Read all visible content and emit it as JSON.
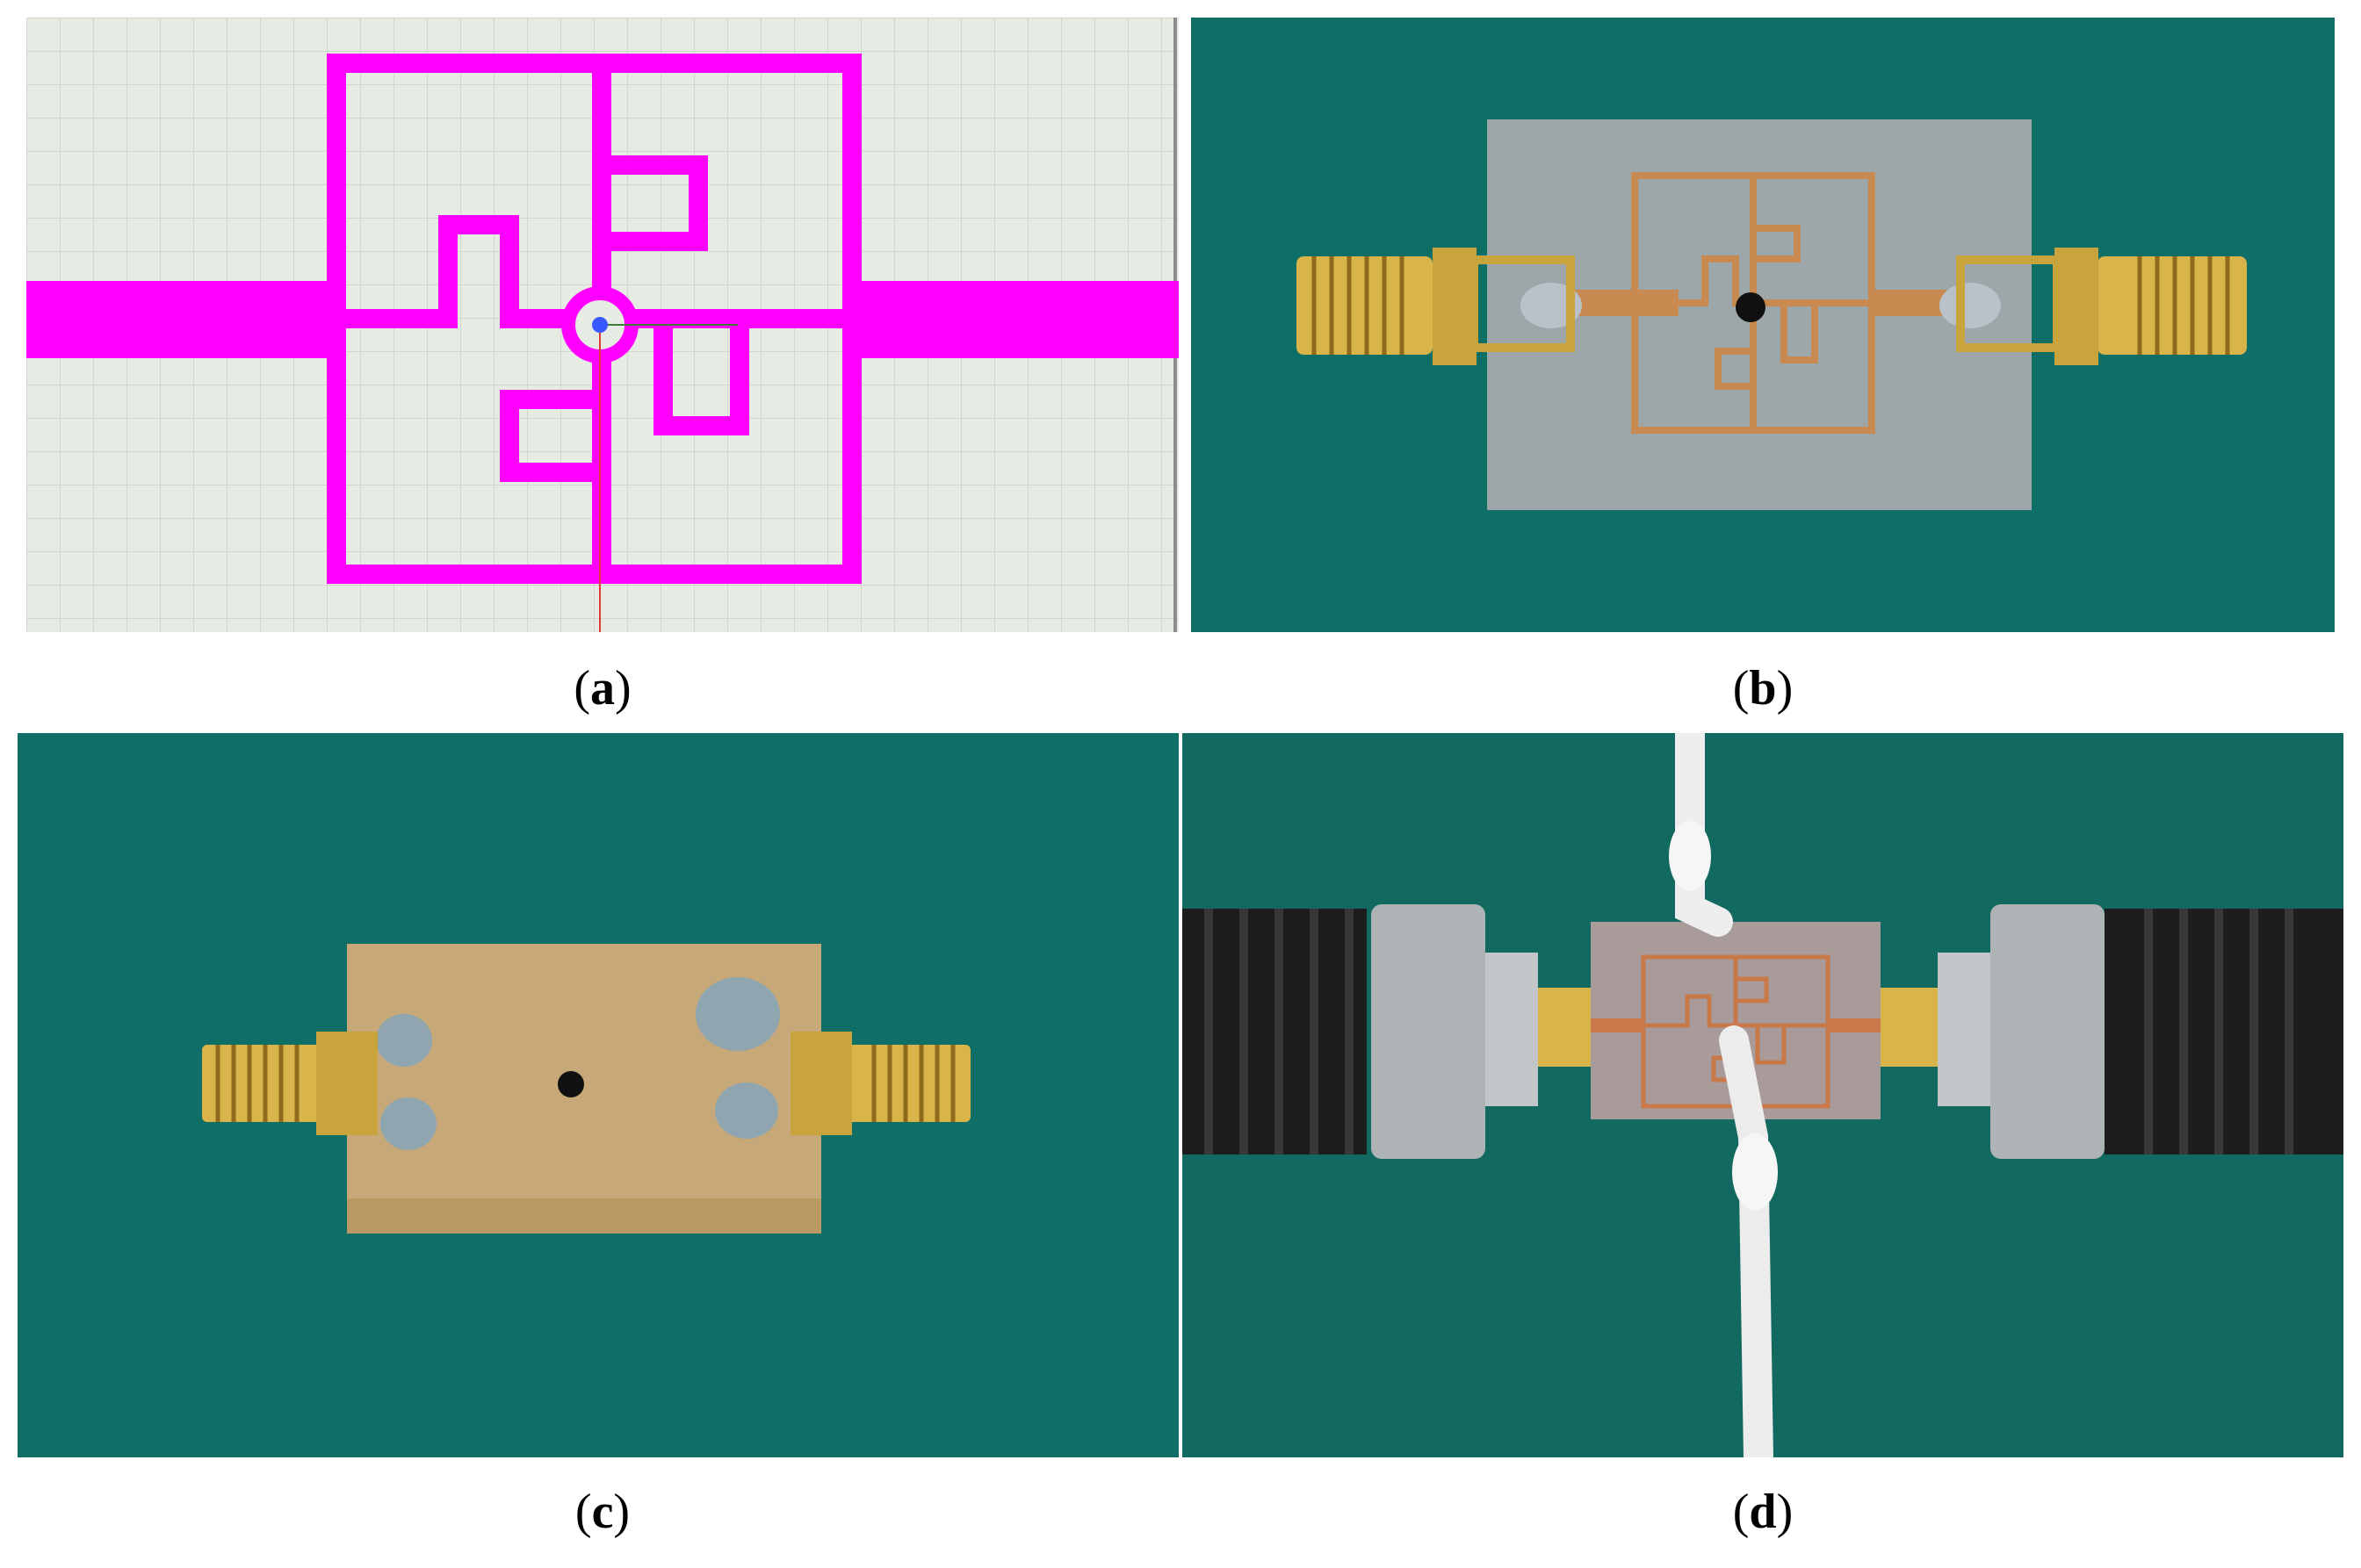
{
  "figure": {
    "captions": {
      "a": "a",
      "b": "b",
      "c": "c",
      "d": "d"
    },
    "colors": {
      "layout_trace": "#ff00ff",
      "layout_background": "#e6ebe4",
      "layout_grid": "#c9d2c7",
      "mat_green": "#0f6e66",
      "substrate_grey": "#9da7aa",
      "copper": "#c98a52",
      "gold_connector": "#d8b44a",
      "ground_plane": "#c7a878",
      "solder": "#8fa6b1"
    },
    "panels": [
      {
        "id": "a",
        "content": "microstrip-layout-view"
      },
      {
        "id": "b",
        "content": "fabricated-board-top-photo"
      },
      {
        "id": "c",
        "content": "fabricated-board-bottom-photo"
      },
      {
        "id": "d",
        "content": "measurement-setup-photo"
      }
    ]
  }
}
